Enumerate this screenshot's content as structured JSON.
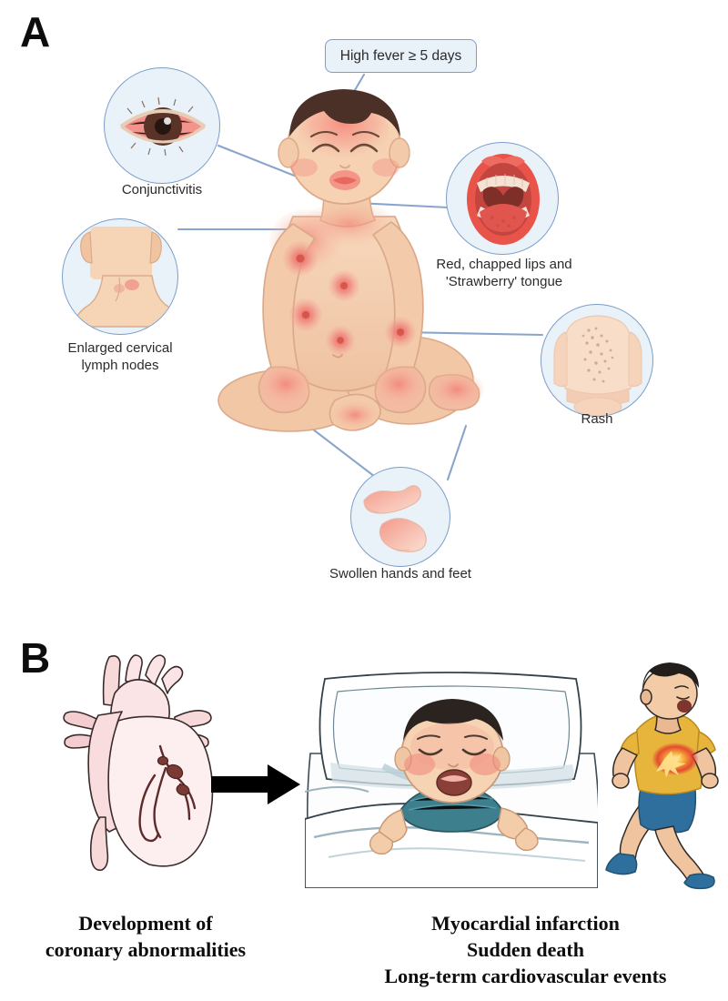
{
  "figure": {
    "panels": [
      {
        "letter": "A",
        "name": "clinical-features-panel"
      },
      {
        "letter": "B",
        "name": "cardiac-outcomes-panel"
      }
    ]
  },
  "panel_a": {
    "letter": "A",
    "central_subject": "infant with kawasaki disease",
    "fever_label": "High fever ≥ 5 days",
    "callouts": [
      {
        "id": "conjunctivitis",
        "label": "Conjunctivitis",
        "icon": "red-eye-icon"
      },
      {
        "id": "lymph-nodes",
        "label": "Enlarged cervical\nlymph nodes",
        "icon": "neck-back-icon"
      },
      {
        "id": "strawberry-tongue",
        "label": "Red, chapped lips and\n'Strawberry' tongue",
        "icon": "open-mouth-icon"
      },
      {
        "id": "rash",
        "label": "Rash",
        "icon": "spotted-back-icon"
      },
      {
        "id": "hands-feet",
        "label": "Swollen hands and feet",
        "icon": "swollen-hand-foot-icon"
      }
    ]
  },
  "panel_b": {
    "letter": "B",
    "left_caption": "Development of\ncoronary abnormalities",
    "right_caption": "Myocardial infarction\nSudden death\nLong-term cardiovascular events",
    "arrow": "right-arrow",
    "illustrations": [
      {
        "id": "heart",
        "name": "anatomical-heart-with-coronary-aneurysms"
      },
      {
        "id": "sick-infant",
        "name": "crying-infant-in-hospital-bed"
      },
      {
        "id": "running-child",
        "name": "running-child-with-chest-pain"
      }
    ]
  },
  "colors": {
    "bubble_fill": "#e9f1f9",
    "bubble_stroke": "#7b9ec9",
    "connector": "#8aa5cd",
    "skin": "#f5cfb0",
    "skin_shadow": "#e8b795",
    "rash_red": "#f08a80",
    "flush_red": "#f39a8e",
    "hair": "#4b3027",
    "lip_red": "#e8534a",
    "tongue_red": "#e0564f",
    "heart_pink": "#fae2e4",
    "shirt_teal": "#3d7f8c",
    "shirt_yellow": "#e8b game",
    "arrow_black": "#000000",
    "text": "#2b2b2b"
  }
}
